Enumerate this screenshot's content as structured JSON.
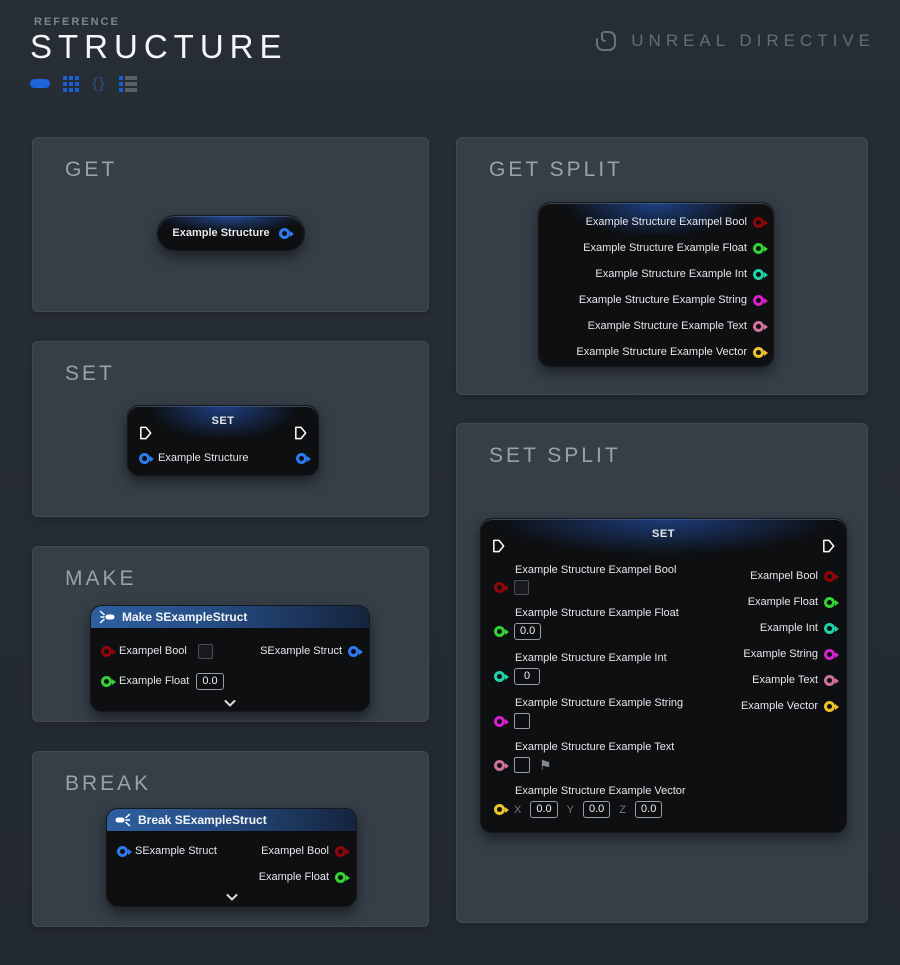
{
  "header": {
    "kicker": "REFERENCE",
    "title": "STRUCTURE",
    "brand": "UNREAL DIRECTIVE",
    "toolbar": {
      "braces_glyph": "{}"
    }
  },
  "colors": {
    "accent_blue": "#1d66dd",
    "bool": "#930409",
    "float": "#35d235",
    "int": "#1fd2a7",
    "string": "#d621cb",
    "text": "#d0709c",
    "vector": "#ecc32a",
    "struct": "#2e7bf0",
    "exec": "#ffffff"
  },
  "axes": {
    "x": "X",
    "y": "Y",
    "z": "Z"
  },
  "flag_glyph": "⚑",
  "sections": {
    "get": {
      "heading": "GET",
      "node": {
        "label": "Example Structure"
      }
    },
    "get_split": {
      "heading": "GET SPLIT",
      "pins": [
        {
          "label": "Example Structure Exampel Bool",
          "type": "bool"
        },
        {
          "label": "Example Structure Example Float",
          "type": "float"
        },
        {
          "label": "Example Structure Example Int",
          "type": "int"
        },
        {
          "label": "Example Structure Example String",
          "type": "string"
        },
        {
          "label": "Example Structure Example Text",
          "type": "text"
        },
        {
          "label": "Example Structure Example Vector",
          "type": "vector"
        }
      ]
    },
    "set": {
      "heading": "SET",
      "node": {
        "title": "SET",
        "input_label": "Example Structure"
      }
    },
    "set_split": {
      "heading": "SET SPLIT",
      "node": {
        "title": "SET"
      },
      "inputs": [
        {
          "label": "Example Structure Exampel Bool",
          "type": "bool",
          "widget": "checkbox"
        },
        {
          "label": "Example Structure Example Float",
          "type": "float",
          "value": "0.0"
        },
        {
          "label": "Example Structure Example Int",
          "type": "int",
          "value": "0"
        },
        {
          "label": "Example Structure Example String",
          "type": "string",
          "value": ""
        },
        {
          "label": "Example Structure Example Text",
          "type": "text",
          "value": ""
        },
        {
          "label": "Example Structure Example Vector",
          "type": "vector",
          "x": "0.0",
          "y": "0.0",
          "z": "0.0"
        }
      ],
      "outputs": [
        {
          "label": "Exampel Bool",
          "type": "bool"
        },
        {
          "label": "Example Float",
          "type": "float"
        },
        {
          "label": "Example Int",
          "type": "int"
        },
        {
          "label": "Example String",
          "type": "string"
        },
        {
          "label": "Example Text",
          "type": "text"
        },
        {
          "label": "Example Vector",
          "type": "vector"
        }
      ]
    },
    "make": {
      "heading": "MAKE",
      "node": {
        "title": "Make SExampleStruct",
        "inputs": [
          {
            "label": "Exampel Bool",
            "type": "bool"
          },
          {
            "label": "Example Float",
            "type": "float",
            "value": "0.0"
          }
        ],
        "output": {
          "label": "SExample Struct",
          "type": "struct"
        }
      }
    },
    "break": {
      "heading": "BREAK",
      "node": {
        "title": "Break SExampleStruct",
        "input": {
          "label": "SExample Struct",
          "type": "struct"
        },
        "outputs": [
          {
            "label": "Exampel Bool",
            "type": "bool"
          },
          {
            "label": "Example Float",
            "type": "float"
          }
        ]
      }
    }
  }
}
